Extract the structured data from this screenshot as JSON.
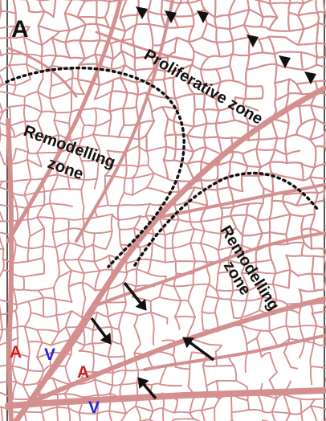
{
  "figure": {
    "panel_letter": "A",
    "zones": {
      "proliferative": "Proliferative zone",
      "remodelling_left_line1": "Remodelling",
      "remodelling_left_line2": "zone",
      "remodelling_right_line1": "Remodelling",
      "remodelling_right_line2": "zone"
    },
    "vessel_labels": {
      "artery_1": "A",
      "vein_1": "V",
      "artery_2": "A",
      "vein_2": "V"
    },
    "colors": {
      "vessel": "#d48f8f",
      "artery_label": "#d01c1c",
      "vein_label": "#2323d6",
      "annotation": "#111111",
      "background": "#ffffff"
    },
    "markers": {
      "arrowheads_count": 7,
      "arrows_count": 5
    }
  }
}
